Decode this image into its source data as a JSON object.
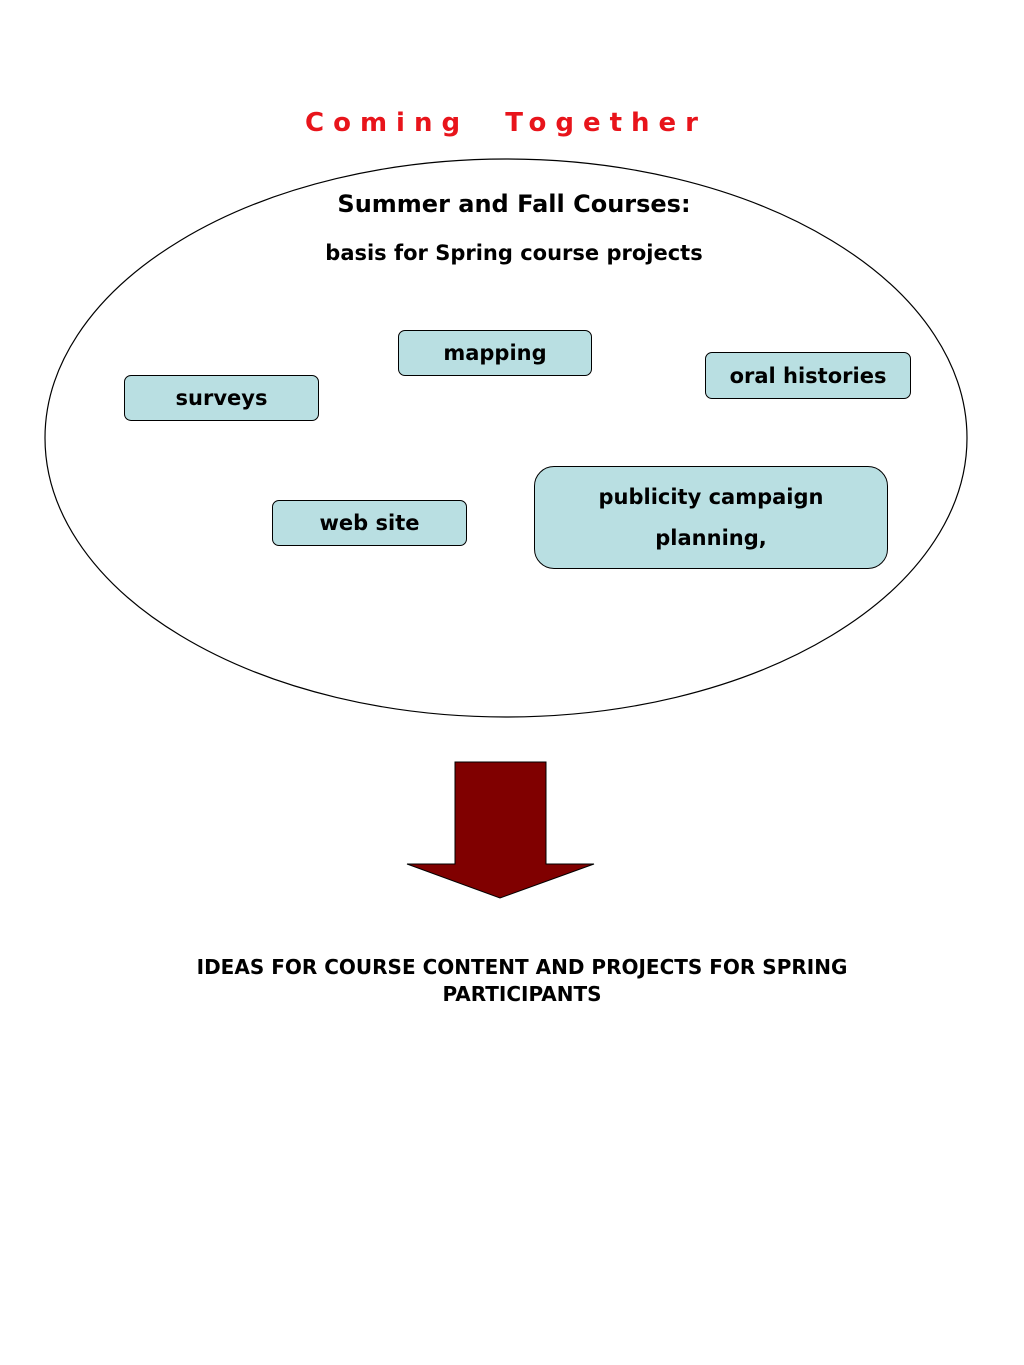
{
  "title": {
    "text": "Coming  Together",
    "color": "#e8141b"
  },
  "cluster": {
    "heading": "Summer and Fall Courses:",
    "subheading": "basis for Spring course projects"
  },
  "nodes": {
    "mapping": "mapping",
    "oral_histories": "oral histories",
    "surveys": "surveys",
    "web_site": "web site",
    "publicity_line1": "publicity campaign",
    "publicity_line2": "planning,"
  },
  "outcome": {
    "line1": "IDEAS FOR COURSE CONTENT AND PROJECTS FOR SPRING",
    "line2": "PARTICIPANTS"
  },
  "colors": {
    "node_fill": "#b9dfe2",
    "arrow_fill": "#800000",
    "outline": "#000000"
  }
}
